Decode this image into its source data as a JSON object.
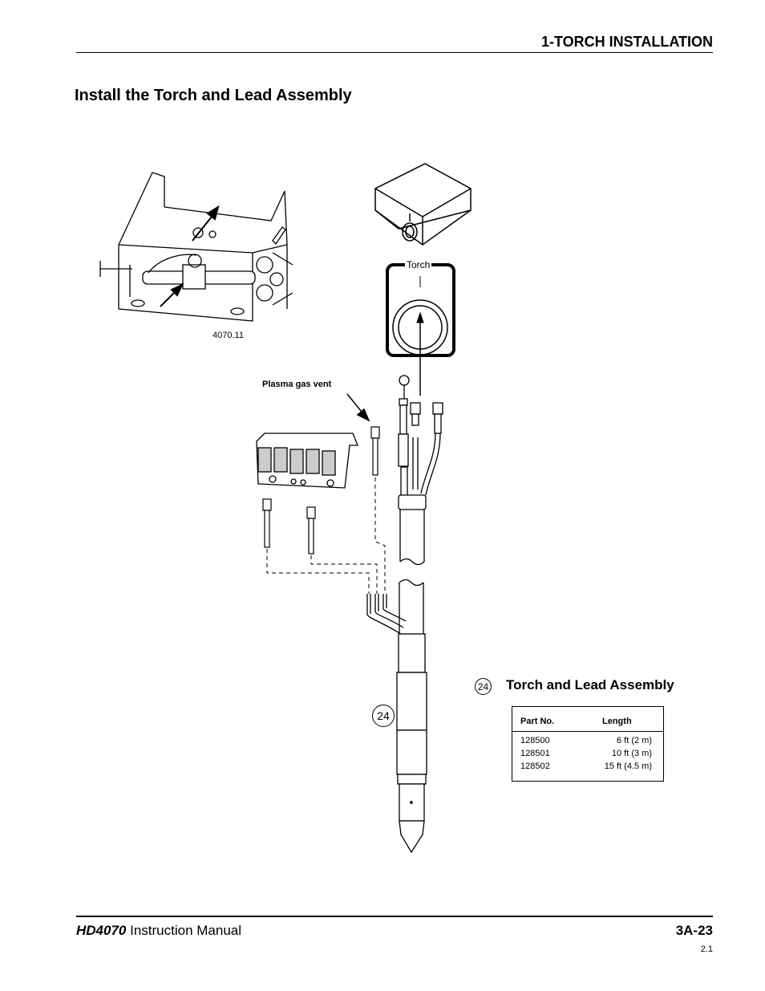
{
  "header": {
    "section": "1-TORCH INSTALLATION"
  },
  "page_title": "Install the Torch and Lead Assembly",
  "figure": {
    "number": "4070.11",
    "plasma_gas_vent_label": "Plasma gas vent",
    "torch_label": "Torch",
    "callout": "24"
  },
  "assembly": {
    "callout": "24",
    "title": "Torch and Lead Assembly",
    "table": {
      "headers": [
        "Part No.",
        "Length"
      ],
      "rows": [
        {
          "part": "128500",
          "length": "6 ft (2 m)"
        },
        {
          "part": "128501",
          "length": "10 ft (3 m)"
        },
        {
          "part": "128502",
          "length": "15 ft (4.5 m)"
        }
      ]
    }
  },
  "footer": {
    "model": "HD4070",
    "manual": "Instruction Manual",
    "page": "3A-23",
    "revision": "2.1"
  }
}
